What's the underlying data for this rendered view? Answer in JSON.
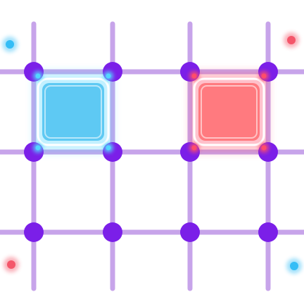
{
  "game": {
    "grid": {
      "columns": 4,
      "rows": 3,
      "line_color": "#c7a4ea",
      "node_color": "#7b1fe8"
    },
    "tiles": [
      {
        "color": "blue",
        "fill": "#5ec9f3",
        "glow": "#52d6ff",
        "col": 0,
        "row": 0
      },
      {
        "color": "red",
        "fill": "#ff7a7f",
        "glow": "#ff4d6a",
        "col": 2,
        "row": 0
      }
    ],
    "orbs": [
      {
        "color": "blue",
        "hex": "#34bdf6",
        "corner": "top-left"
      },
      {
        "color": "red",
        "hex": "#f4566a",
        "corner": "top-right"
      },
      {
        "color": "red",
        "hex": "#f4566a",
        "corner": "bottom-left"
      },
      {
        "color": "blue",
        "hex": "#34bdf6",
        "corner": "bottom-right"
      }
    ]
  }
}
